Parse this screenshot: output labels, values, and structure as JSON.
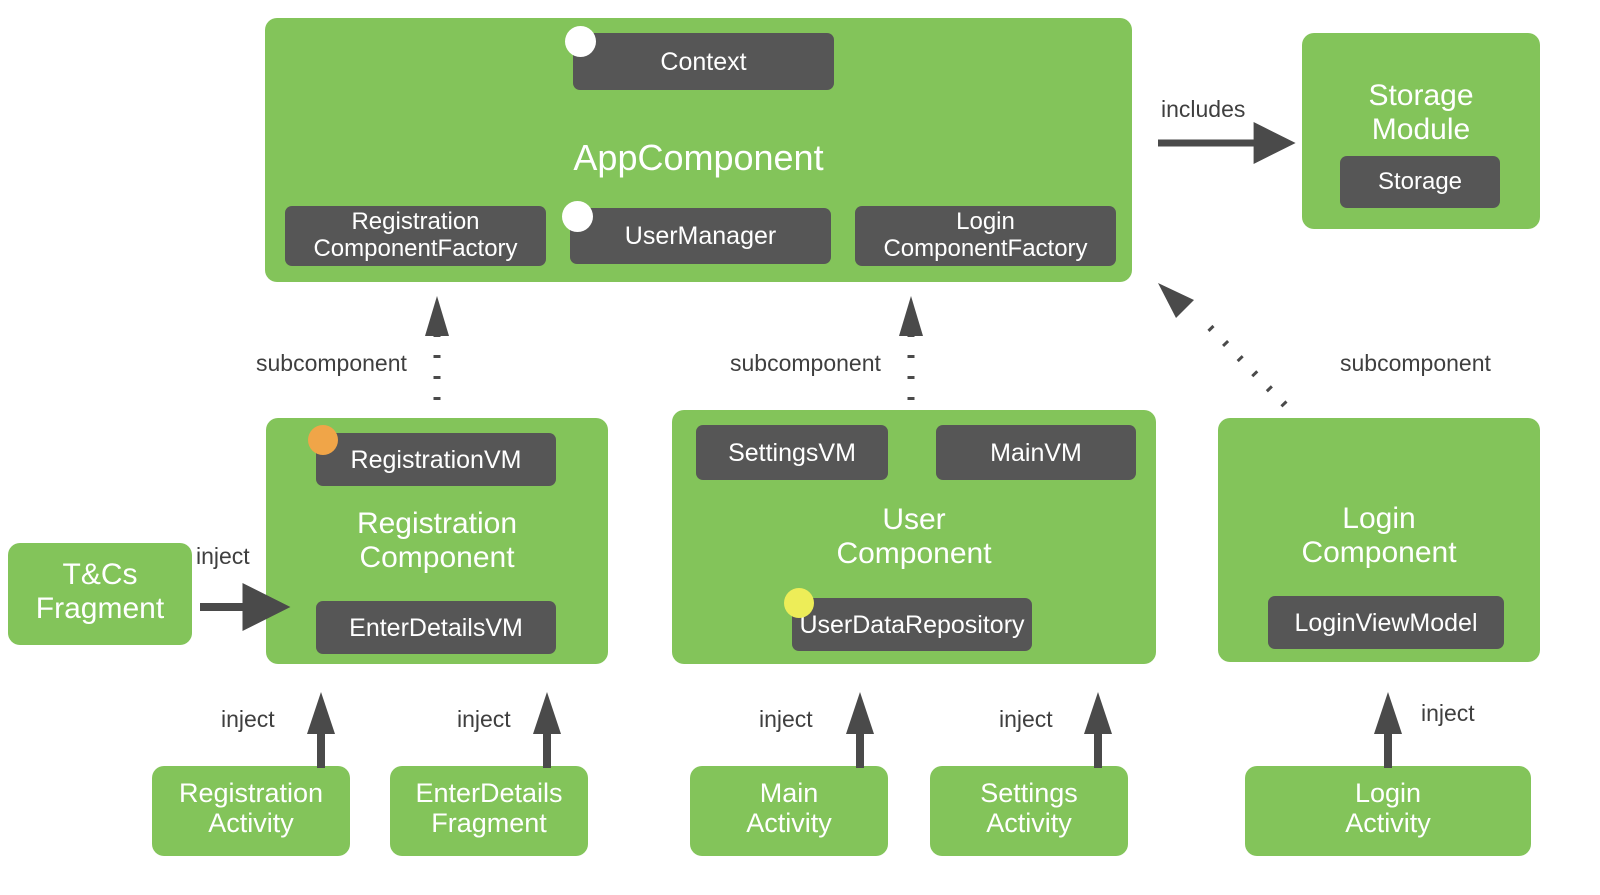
{
  "diagram": {
    "title": "Dagger Android dependency-injection component graph",
    "colors": {
      "component_green": "#83c45a",
      "binding_dark": "#565656",
      "dot_white": "#ffffff",
      "dot_orange": "#f0a548",
      "dot_yellow": "#eded58",
      "arrow_gray": "#4a4a4a",
      "label_text": "#3f3f3f",
      "background": "#ffffff"
    }
  },
  "components": {
    "app": {
      "title": "AppComponent",
      "bindings": [
        {
          "label": "Context",
          "dot": "white"
        },
        {
          "label": "Registration\nComponentFactory",
          "dot": "none"
        },
        {
          "label": "UserManager",
          "dot": "white"
        },
        {
          "label": "Login\nComponentFactory",
          "dot": "none"
        }
      ]
    },
    "storage_module": {
      "title": "Storage\nModule",
      "bindings": [
        {
          "label": "Storage",
          "dot": "none"
        }
      ]
    },
    "registration": {
      "title": "Registration\nComponent",
      "bindings": [
        {
          "label": "RegistrationVM",
          "dot": "orange"
        },
        {
          "label": "EnterDetailsVM",
          "dot": "none"
        }
      ]
    },
    "user": {
      "title": "User\nComponent",
      "bindings": [
        {
          "label": "SettingsVM",
          "dot": "none"
        },
        {
          "label": "MainVM",
          "dot": "none"
        },
        {
          "label": "UserDataRepository",
          "dot": "yellow"
        }
      ]
    },
    "login": {
      "title": "Login\nComponent",
      "bindings": [
        {
          "label": "LoginViewModel",
          "dot": "none"
        }
      ]
    }
  },
  "clients": {
    "tcs_fragment": "T&Cs\nFragment",
    "registration_activity": "Registration\nActivity",
    "enterdetails_fragment": "EnterDetails\nFragment",
    "main_activity": "Main\nActivity",
    "settings_activity": "Settings\nActivity",
    "login_activity": "Login\nActivity"
  },
  "edges": {
    "includes": "includes",
    "subcomponent_registration": "subcomponent",
    "subcomponent_user": "subcomponent",
    "subcomponent_login": "subcomponent",
    "inject_tcs": "inject",
    "inject_registration_activity": "inject",
    "inject_enterdetails_fragment": "inject",
    "inject_main_activity": "inject",
    "inject_settings_activity": "inject",
    "inject_login_activity": "inject"
  }
}
